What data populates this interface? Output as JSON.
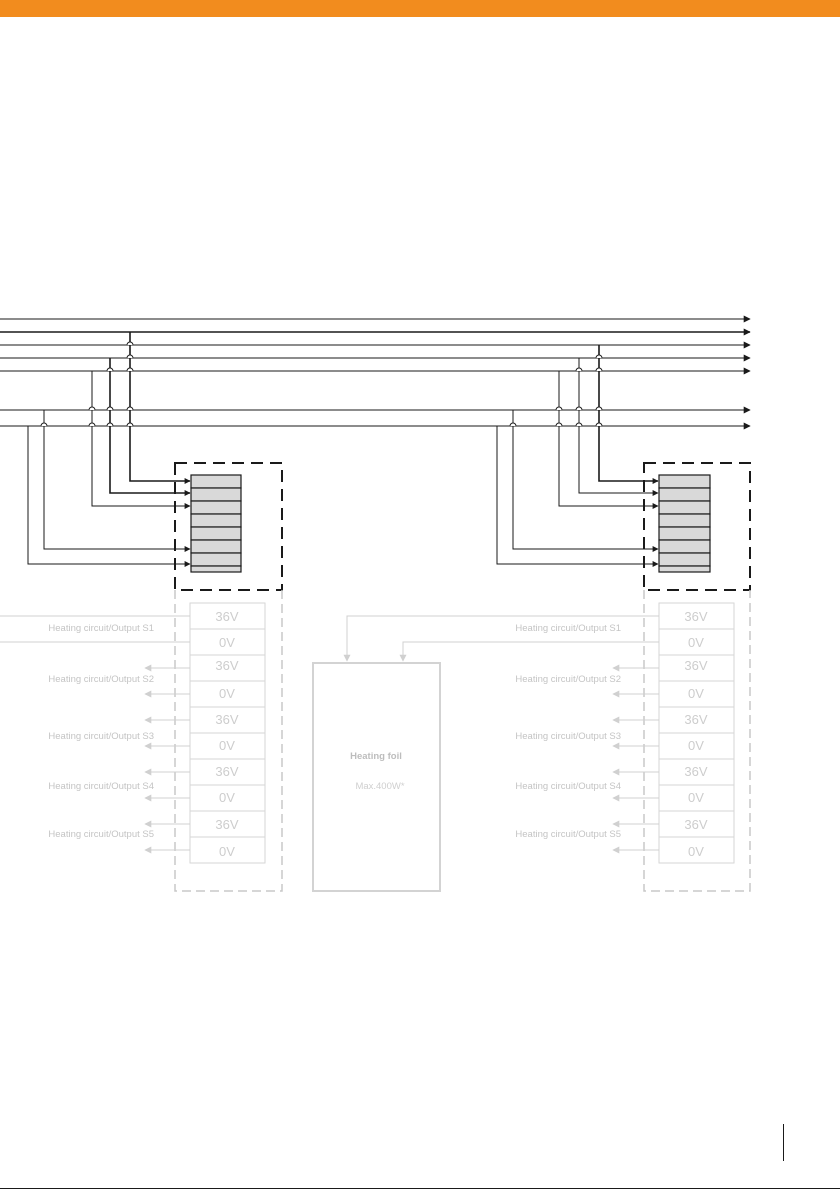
{
  "colors": {
    "accent_bar": "#f28c1e",
    "wire": "#1a1a1a",
    "faded": "#d0d0d0",
    "terminal_fill": "#d9d9d9",
    "faded_text": "#c4c4c4"
  },
  "left_unit": {
    "outputs": [
      {
        "label": "Heating circuit/Output S1",
        "v_high": "36V",
        "v_low": "0V"
      },
      {
        "label": "Heating circuit/Output S2",
        "v_high": "36V",
        "v_low": "0V"
      },
      {
        "label": "Heating circuit/Output S3",
        "v_high": "36V",
        "v_low": "0V"
      },
      {
        "label": "Heating circuit/Output S4",
        "v_high": "36V",
        "v_low": "0V"
      },
      {
        "label": "Heating circuit/Output S5",
        "v_high": "36V",
        "v_low": "0V"
      }
    ]
  },
  "right_unit": {
    "outputs": [
      {
        "label": "Heating circuit/Output S1",
        "v_high": "36V",
        "v_low": "0V"
      },
      {
        "label": "Heating circuit/Output S2",
        "v_high": "36V",
        "v_low": "0V"
      },
      {
        "label": "Heating circuit/Output S3",
        "v_high": "36V",
        "v_low": "0V"
      },
      {
        "label": "Heating circuit/Output S4",
        "v_high": "36V",
        "v_low": "0V"
      },
      {
        "label": "Heating circuit/Output S5",
        "v_high": "36V",
        "v_low": "0V"
      }
    ]
  },
  "heating_foil": {
    "title": "Heating foil",
    "subtitle": "Max.400W*"
  }
}
